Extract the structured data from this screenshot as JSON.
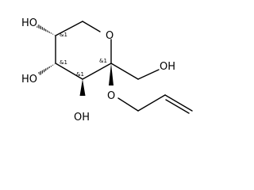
{
  "structure": {
    "atom_labels": {
      "ring_oxygen": "O",
      "c5_hydroxyl": "HO",
      "c4_hydroxyl": "HO",
      "c3_hydroxyl": "OH",
      "hydroxymethyl_oh": "OH",
      "ether_oxygen": "O"
    },
    "stereo_labels": {
      "c5": "&1",
      "c4": "&1",
      "c3": "&1",
      "c2": "&1"
    }
  },
  "colors": {
    "ink": "#000000",
    "background": "#ffffff"
  }
}
